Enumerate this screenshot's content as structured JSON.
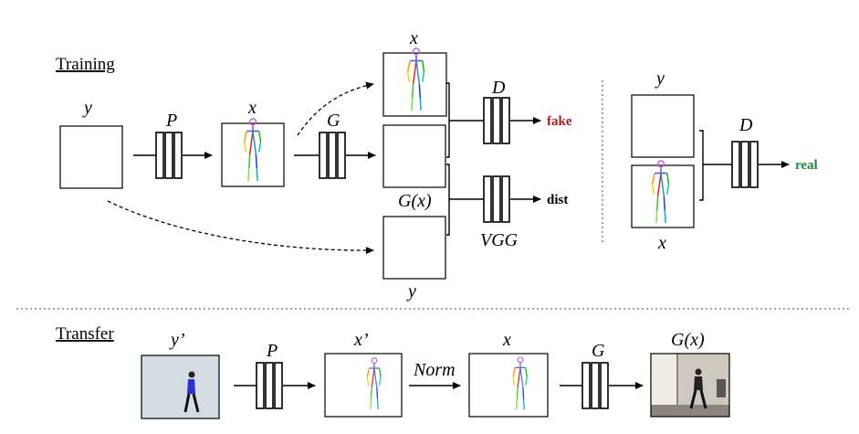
{
  "sections": {
    "training": "Training",
    "transfer": "Transfer"
  },
  "labels": {
    "y": "y",
    "x": "x",
    "P": "P",
    "G": "G",
    "D": "D",
    "Gx": "G(x)",
    "VGG": "VGG",
    "y_prime": "y’",
    "x_prime": "x’",
    "Norm": "Norm"
  },
  "outputs": {
    "fake": "fake",
    "dist": "dist",
    "real": "real"
  },
  "colors": {
    "fake": "#b31b1b",
    "real": "#1f8a3a",
    "line": "#000000"
  }
}
